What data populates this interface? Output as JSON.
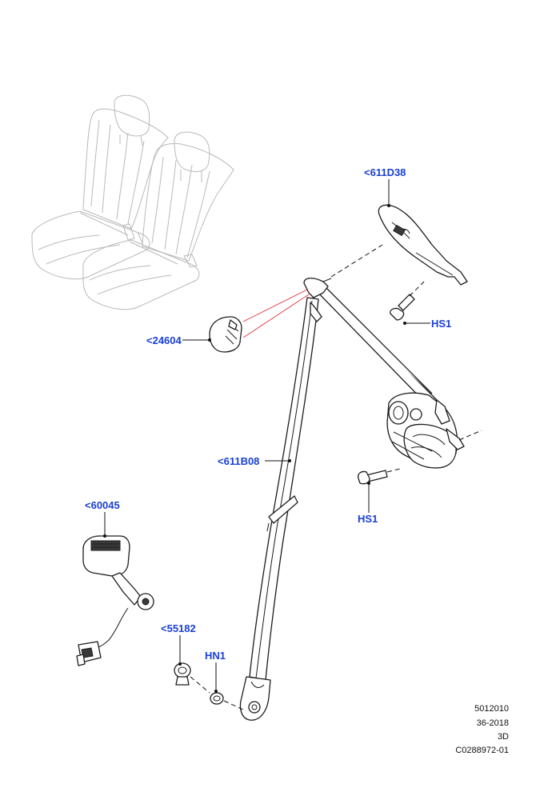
{
  "callouts": {
    "p611D38": "<611D38",
    "p24604": "<24604",
    "hs1_top": "HS1",
    "p611B08": "<611B08",
    "hs1_bottom": "HS1",
    "p60045": "<60045",
    "p55182": "<55182",
    "hn1": "HN1"
  },
  "footer": {
    "line1": "5012010",
    "line2": "36-2018",
    "line3": "3D",
    "line4": "C0288972-01"
  },
  "colors": {
    "callout": "#1a3fd6",
    "seat_outline": "#b9b9b9",
    "part_outline": "#1c1c1c",
    "guide_line": "#e0303a"
  }
}
